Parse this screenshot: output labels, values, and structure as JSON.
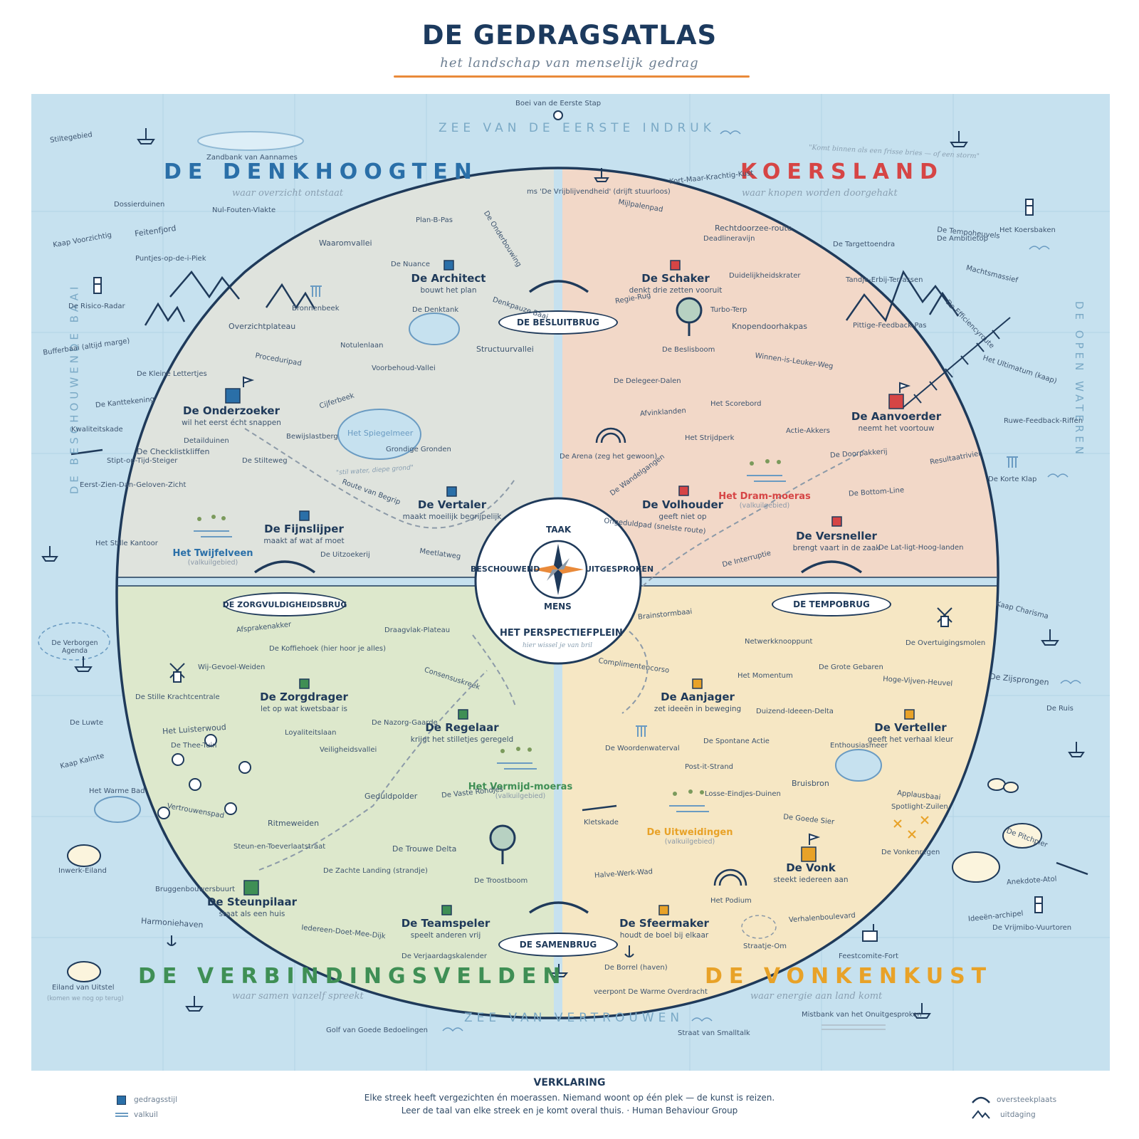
{
  "header": {
    "title": "DE GEDRAGSATLAS",
    "subtitle": "het landschap van menselijk gedrag"
  },
  "colors": {
    "sea": "#c6e1ef",
    "denkhoogten": "#dfe3dd",
    "koersland": "#f2d8c8",
    "verbindingsvelden": "#dde8cc",
    "vonkenkust": "#f6e7c4",
    "border": "#1f3a5a",
    "route": "#8c9aa8",
    "blue_style": "#2a6fa8",
    "red_style": "#d64545",
    "green_style": "#3f8f55",
    "yellow_style": "#e8a228",
    "orange_accent": "#e98a3a"
  },
  "regions": {
    "denkhoogten": {
      "name": "DE DENKHOOGTEN",
      "tagline": "waar overzicht ontstaat",
      "color": "#2a6fa8"
    },
    "koersland": {
      "name": "KOERSLAND",
      "tagline": "waar knopen worden doorgehakt",
      "color": "#d64545"
    },
    "verbindingsvelden": {
      "name": "DE VERBINDINGSVELDEN",
      "tagline": "waar samen vanzelf spreekt",
      "color": "#3f8f55"
    },
    "vonkenkust": {
      "name": "DE VONKENKUST",
      "tagline": "waar energie aan land komt",
      "color": "#e8a228"
    }
  },
  "seas": {
    "top": "ZEE VAN DE EERSTE INDRUK",
    "bottom": "ZEE VAN VERTROUWEN",
    "left": "DE BESCHOUWENDE BAAI",
    "right": "DE OPEN WATEREN"
  },
  "quote": "\"Komt binnen als een frisse bries — of een storm\"",
  "bridges": {
    "top": "DE BESLUITBRUG",
    "left": "DE ZORGVULDIGHEIDSBRUG",
    "right": "DE TEMPOBRUG",
    "bottom": "DE SAMENBRUG"
  },
  "center": {
    "top": "TAAK",
    "bottom": "MENS",
    "left": "BESCHOUWEND",
    "right": "UITGESPROKEN",
    "plaza": "HET PERSPECTIEFPLEIN",
    "plaza_note": "hier wissel je van bril"
  },
  "styles": {
    "architect": {
      "name": "De Architect",
      "desc": "bouwt het plan"
    },
    "onderzoeker": {
      "name": "De Onderzoeker",
      "desc": "wil het eerst écht snappen"
    },
    "vertaler": {
      "name": "De Vertaler",
      "desc": "maakt moeilijk begrijpelijk"
    },
    "fijnslijper": {
      "name": "De Fijnslijper",
      "desc": "maakt af wat af moet"
    },
    "schaker": {
      "name": "De Schaker",
      "desc": "denkt drie zetten vooruit"
    },
    "aanvoerder": {
      "name": "De Aanvoerder",
      "desc": "neemt het voortouw"
    },
    "volhouder": {
      "name": "De Volhouder",
      "desc": "geeft niet op"
    },
    "versneller": {
      "name": "De Versneller",
      "desc": "brengt vaart in de zaak"
    },
    "zorgdrager": {
      "name": "De Zorgdrager",
      "desc": "let op wat kwetsbaar is"
    },
    "regelaar": {
      "name": "De Regelaar",
      "desc": "krijgt het stilletjes geregeld"
    },
    "steunpilaar": {
      "name": "De Steunpilaar",
      "desc": "staat als een huis"
    },
    "teamspeler": {
      "name": "De Teamspeler",
      "desc": "speelt anderen vrij"
    },
    "aanjager": {
      "name": "De Aanjager",
      "desc": "zet ideeën in beweging"
    },
    "verteller": {
      "name": "De Verteller",
      "desc": "geeft het verhaal kleur"
    },
    "vonk": {
      "name": "De Vonk",
      "desc": "steekt iedereen aan"
    },
    "sfeermaker": {
      "name": "De Sfeermaker",
      "desc": "houdt de boel bij elkaar"
    }
  },
  "marshes": {
    "twijfelveen": {
      "name": "Het Twijfelveen",
      "note": "(valkuilgebied)"
    },
    "drammoeras": {
      "name": "Het Dram-moeras",
      "note": "(valkuilgebied)"
    },
    "vermijdmoeras": {
      "name": "Het Vermijd-moeras",
      "note": "(valkuilgebied)"
    },
    "uitweidingen": {
      "name": "De Uitweidingen",
      "note": "(valkuilgebied)"
    }
  },
  "places": [
    "Boei van de Eerste Stap",
    "Stiltegebied",
    "Zandbank van Aannames",
    "Dossierduinen",
    "Nul-Fouten-Vlakte",
    "Kaap Voorzichtig",
    "Feitenfjord",
    "Puntjes-op-de-i-Piek",
    "De Risico-Radar",
    "Bufferbaai (altijd marge)",
    "De Kleine Lettertjes",
    "De Kanttekening",
    "Kwaliteitskade",
    "De Checklistkliffen",
    "Stipt-op-Tijd-Steiger",
    "Eerst-Zien-Dan-Geloven-Zicht",
    "Het Stille Kantoor",
    "Plan-B-Pas",
    "De Onderbouwing",
    "Waaromvallei",
    "De Nuance",
    "De Denktank",
    "Bronnenbeek",
    "Overzichtplateau",
    "Notulenlaan",
    "Structuurvallei",
    "Proceduripad",
    "Voorbehoud-Vallei",
    "Cijferbeek",
    "Het Spiegelmeer",
    "Bewijslastberg",
    "Grondige Gronden",
    "Detailduinen",
    "De Stilteweg",
    "\"stil water, diepe grond\"",
    "Route van Begrip",
    "Meetlatweg",
    "De Uitzoekerij",
    "Denkpauze-Baai",
    "ms 'De Vrijblijvendheid' (drijft stuurloos)",
    "Kort-Maar-Krachtig-Kust",
    "Mijlpalenpad",
    "Rechtdoorzee-route",
    "Deadlineravijn",
    "De Targettoendra",
    "De Tempoheuvels",
    "De Ambitietop",
    "Het Koersbaken",
    "Duidelijkheidskrater",
    "Regie-Rug",
    "Turbo-Terp",
    "Knopendoorhakpas",
    "Machtsmassief",
    "Tandje-Erbij-Terrassen",
    "De Efficiencyroute",
    "Pittige-Feedback-Pas",
    "De Beslisboom",
    "Winnen-is-Leuker-Weg",
    "De Delegeer-Dalen",
    "Het Ultimatum (kaap)",
    "Het Scorebord",
    "Afvinklanden",
    "Actie-Akkers",
    "Ruwe-Feedback-Riffen",
    "Het Strijdperk",
    "De Doorpakkerij",
    "Resultaatrivier",
    "De Arena (zeg het gewoon)",
    "De Wandelgangen",
    "De Korte Klap",
    "De Bottom-Line",
    "Ongeduldpad (snelste route)",
    "De Interruptie",
    "De Lat-ligt-Hoog-landen",
    "Afsprakenakker",
    "Draagvlak-Plateau",
    "De Koffiehoek (hier hoor je alles)",
    "De Verborgen Agenda",
    "Wij-Gevoel-Weiden",
    "Consensuskreek",
    "De Stille Krachtcentrale",
    "De Luwte",
    "Het Luisterwoud",
    "Loyaliteitslaan",
    "De Nazorg-Gaarde",
    "De Thee-Tuin",
    "Veiligheidsvallei",
    "Kaap Kalmte",
    "Geduldpolder",
    "De Vaste Rondjes",
    "Het Warme Bad",
    "Vertrouwenspad",
    "Ritmeweiden",
    "Steun-en-Toeverlaatstraat",
    "De Trouwe Delta",
    "Inwerk-Eiland",
    "De Zachte Landing (strandje)",
    "Bruggenbouwersbuurt",
    "De Troostboom",
    "Harmoniehaven",
    "Iedereen-Doet-Mee-Dijk",
    "De Verjaardagskalender",
    "Eiland van Uitstel",
    "(komen we nog op terug)",
    "Golf van Goede Bedoelingen",
    "Brainstormbaai",
    "Kaap Charisma",
    "Netwerkknooppunt",
    "De Overtuigingsmolen",
    "Complimentencorso",
    "Het Momentum",
    "De Grote Gebaren",
    "Hoge-Vijven-Heuvel",
    "De Zijsprongen",
    "Duizend-Ideeen-Delta",
    "De Ruis",
    "De Woordenwaterval",
    "De Spontane Actie",
    "Enthousiasmeer",
    "Post-it-Strand",
    "Bruisbron",
    "Losse-Eindjes-Duinen",
    "Applausbaai",
    "Spotlight-Zuilen",
    "Kletskade",
    "De Goede Sier",
    "De Pitchpier",
    "De Vonkenregen",
    "Anekdote-Atol",
    "Halve-Werk-Wad",
    "Ideeën-archipel",
    "Het Podium",
    "De Vrijmibo-Vuurtoren",
    "Verhalenboulevard",
    "Straatje-Om",
    "Feestcomite-Fort",
    "De Borrel (haven)",
    "veerpont De Warme Overdracht",
    "Mistbank van het Onuitgesproken",
    "Straat van Smalltalk"
  ],
  "legend": {
    "title": "VERKLARING",
    "line1": "Elke streek heeft vergezichten én moerassen. Niemand woont op één plek — de kunst is reizen.",
    "line2": "Leer de taal van elke streek en je komt overal thuis.   ·   Human Behaviour Group",
    "items": {
      "style": "gedragsstijl",
      "pitfall": "valkuil",
      "crossing": "oversteekplaats",
      "challenge": "uitdaging"
    }
  }
}
